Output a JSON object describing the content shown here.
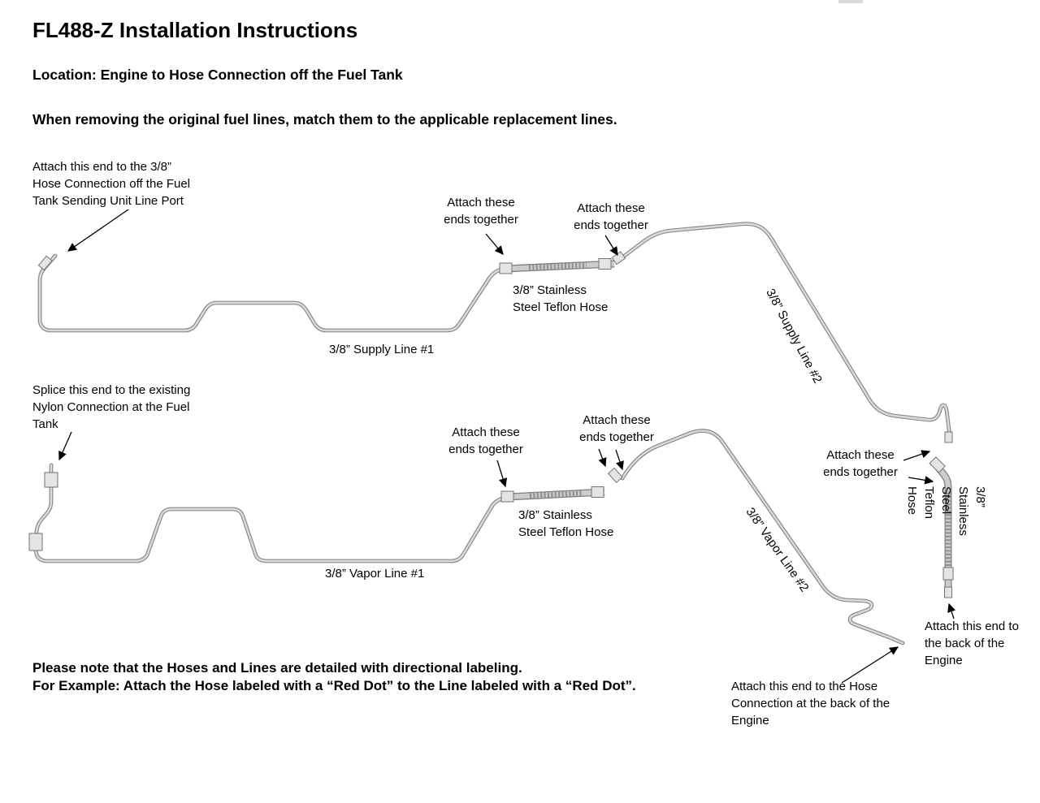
{
  "document": {
    "title": "FL488-Z Installation Instructions",
    "location_heading": "Location: Engine to Hose Connection off the Fuel Tank",
    "instruction_heading": "When removing the original fuel lines, match them to the applicable replacement lines.",
    "footer_note": "Please note that the Hoses and Lines are detailed with directional labeling.\nFor Example: Attach the Hose labeled with a “Red Dot” to the Line labeled with a “Red Dot”."
  },
  "diagram": {
    "labels": {
      "attach_ends": "Attach these\nends together",
      "teflon_hose": "3/8” Stainless\nSteel Teflon Hose",
      "supply_line_1": "3/8” Supply Line #1",
      "supply_line_2": "3/8” Supply Line #2",
      "vapor_line_1": "3/8” Vapor Line #1",
      "vapor_line_2": "3/8” Vapor Line #2"
    },
    "callouts": {
      "supply_tank_end": "Attach this end to the 3/8”\nHose Connection off the Fuel\nTank Sending Unit Line Port",
      "splice_nylon": "Splice this end to the existing\nNylon Connection at the Fuel\nTank",
      "engine_back": "Attach this end to\nthe back of the\nEngine",
      "engine_hose": "Attach this end to the Hose\nConnection at the back of the\nEngine"
    },
    "colors": {
      "background": "#ffffff",
      "text": "#000000",
      "tube_edge": "#8a8a8a",
      "tube_fill": "#dbdbdb",
      "hose_edge": "#7f7f7f",
      "hose_fill": "#cccccc",
      "arrow": "#000000"
    }
  }
}
